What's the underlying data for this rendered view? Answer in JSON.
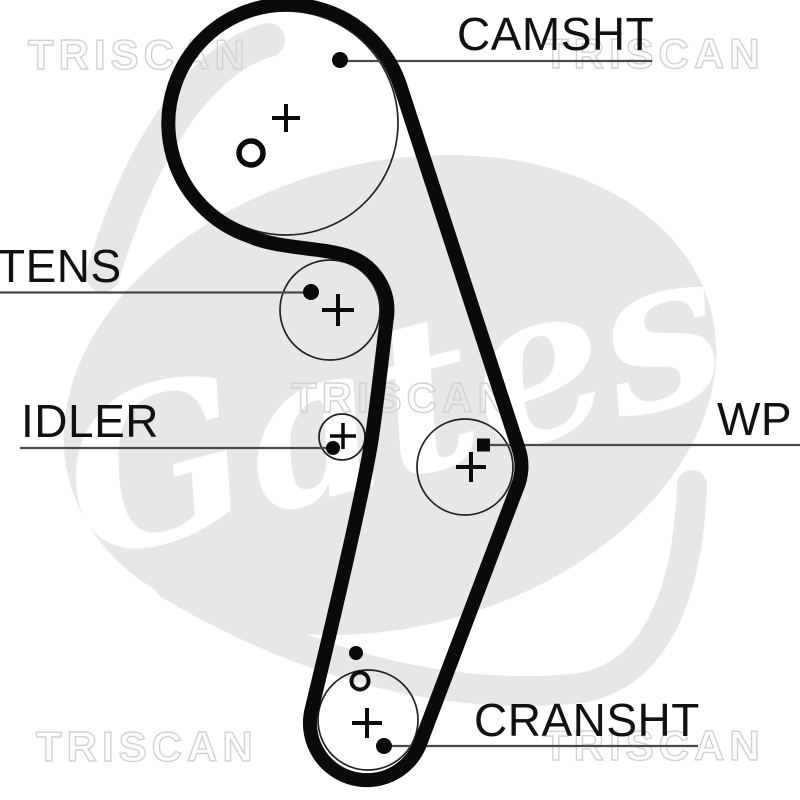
{
  "labels": {
    "camshaft": "CAMSHT",
    "tensioner": "TENS",
    "idler": "IDLER",
    "water_pump": "WP",
    "crankshaft": "CRANSHT"
  },
  "watermarks": {
    "brand": "TRISCAN",
    "logo": "Gates"
  },
  "colors": {
    "background": "#ffffff",
    "belt": "#0a0a0a",
    "pulley_outline": "#222222",
    "leader_line": "#4a4a4a",
    "watermark_fill": "#e7e7e9",
    "watermark_outline": "#d2d2d2"
  }
}
